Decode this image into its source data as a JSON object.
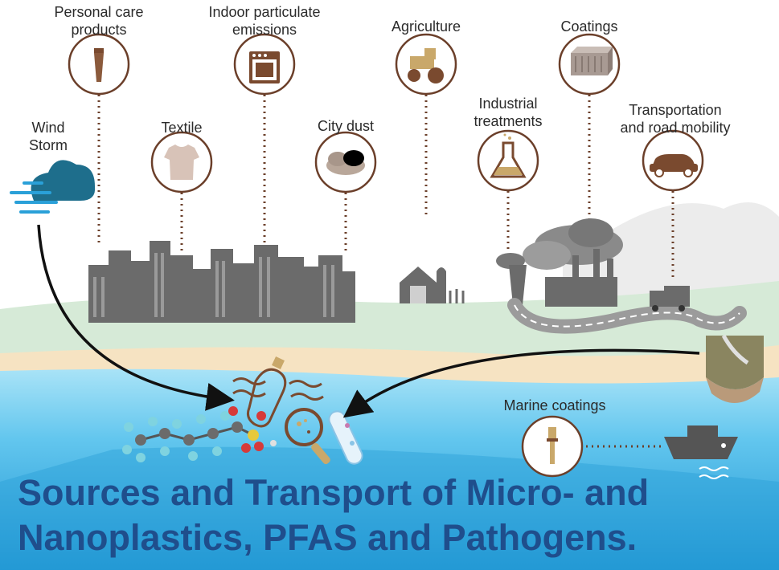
{
  "sources": {
    "personal_care": "Personal care\nproducts",
    "indoor": "Indoor particulate\nemissions",
    "agriculture": "Agriculture",
    "coatings": "Coatings",
    "wind_storm": "Wind\nStorm",
    "textile": "Textile",
    "city_dust": "City dust",
    "industrial": "Industrial\ntreatments",
    "transportation": "Transportation\nand road mobility",
    "marine_coatings": "Marine coatings"
  },
  "title": {
    "line1": "Sources and Transport of Micro- and",
    "line2": "Nanoplastics, PFAS and Pathogens."
  },
  "colors": {
    "sky": "#ffffff",
    "grass": "#d6ead7",
    "sand": "#f6e3c2",
    "sea_light": "#8fd6f3",
    "sea_dark": "#2fa6dc",
    "title": "#1f4e8c",
    "buildings": "#6b6b6b",
    "icon_ring": "#6b3f2a",
    "cloud": "#1e6e8c"
  },
  "icons": [
    "tube-icon",
    "stove-icon",
    "tractor-icon",
    "roof-panel-icon",
    "cloud-wind-icon",
    "tshirt-icon",
    "dust-icon",
    "flask-icon",
    "car-icon",
    "paintbrush-icon",
    "ship-icon",
    "bottle-icon",
    "magnifier-icon",
    "molecule-icon",
    "bacteria-icon"
  ]
}
